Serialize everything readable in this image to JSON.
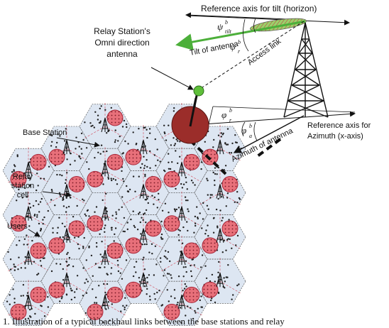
{
  "labels": {
    "ref_tilt": "Reference axis for tilt (horizon)",
    "tilt_of_antenna": "Tilt of antenna",
    "access_link": "Access link",
    "relay_omni": [
      "Relay Station's",
      "Omni direction",
      "antenna"
    ],
    "ref_azimuth": [
      "Reference axis for",
      "Azimuth (x-axis)"
    ],
    "azimuth_of_antenna": "Azimuth of antenna",
    "base_station": "Base Station",
    "relay_cell": [
      "Relay",
      "station",
      "cell"
    ],
    "users": "Users"
  },
  "symbols": {
    "psi": "ψ",
    "phi": "φ",
    "sup_b": "b",
    "sub_tilt": "tilt",
    "sub_r": "r",
    "sub_a": "a"
  },
  "caption": "1. Illustration of a typical backhaul links between the base stations and relay",
  "colors": {
    "tilt_arrow": "#4caf3a",
    "hex_fill": "#dde6f2",
    "relay_cell_fill": "#e8707a",
    "relay_cell_edge": "#a8283a",
    "relay_big": "#9b2d2a",
    "omni_ball": "#5fbf3a",
    "antenna_lobe": "#9bd06a"
  },
  "icons": [
    "tower-icon",
    "base-station-icon",
    "relay-antenna-icon"
  ]
}
